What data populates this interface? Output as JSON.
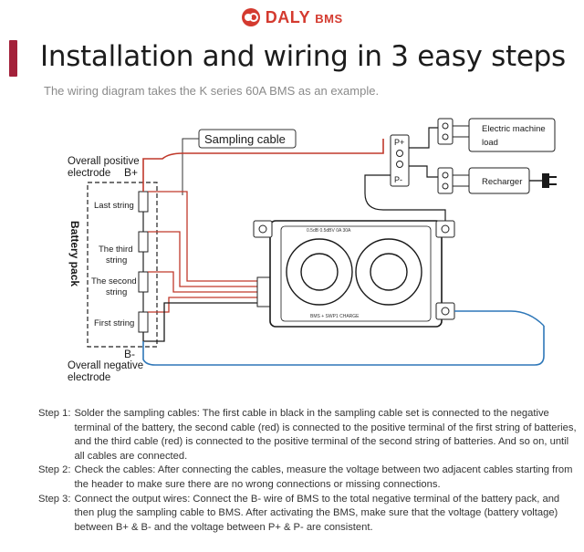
{
  "brand": {
    "name": "DALY",
    "suffix": "BMS",
    "color": "#d43a2f"
  },
  "accent_color": "#a3213a",
  "title": "Installation and wiring in 3 easy steps",
  "subtitle": "The wiring diagram takes the K series 60A BMS as an example.",
  "diagram": {
    "sampling_cable": "Sampling cable",
    "overall_positive": "Overall positive",
    "electrode_pos": "electrode",
    "b_plus": "B+",
    "b_minus": "B-",
    "overall_negative": "Overall negative",
    "electrode_neg": "electrode",
    "battery_pack": "Battery pack",
    "strings": [
      "Last string",
      "The third",
      "string",
      "The second",
      "string",
      "First string"
    ],
    "port_labels": [
      "P+",
      "P-"
    ],
    "electric_machine": "Electric machine",
    "load": "load",
    "recharger": "Recharger",
    "bms_top_text": "0.5dB  0.5dBV  0A  30A",
    "bms_bottom_text": "BMS  +  SWP1  CHARGE",
    "wire_colors": {
      "positive": "#c0392b",
      "negative": "#2e77b8",
      "black": "#1a1a1a"
    }
  },
  "steps": [
    {
      "label": "Step 1:",
      "text": "Solder the sampling cables: The first cable in black in the sampling cable set is connected to the negative terminal of the battery, the second cable (red) is connected to the positive terminal of the first string of batteries, and the third cable (red) is connected to the positive terminal of the second string of batteries. And so on, until all cables are connected."
    },
    {
      "label": "Step 2:",
      "text": "Check the cables: After connecting the cables, measure the voltage between two adjacent cables starting from the header to make sure there are no wrong connections or missing connections."
    },
    {
      "label": "Step 3:",
      "text": "Connect the output wires: Connect the B- wire of BMS to the total negative terminal of the battery pack, and then plug the sampling cable to BMS. After activating the BMS, make sure that the voltage (battery voltage) between B+ & B- and the voltage between P+ & P- are consistent."
    }
  ]
}
